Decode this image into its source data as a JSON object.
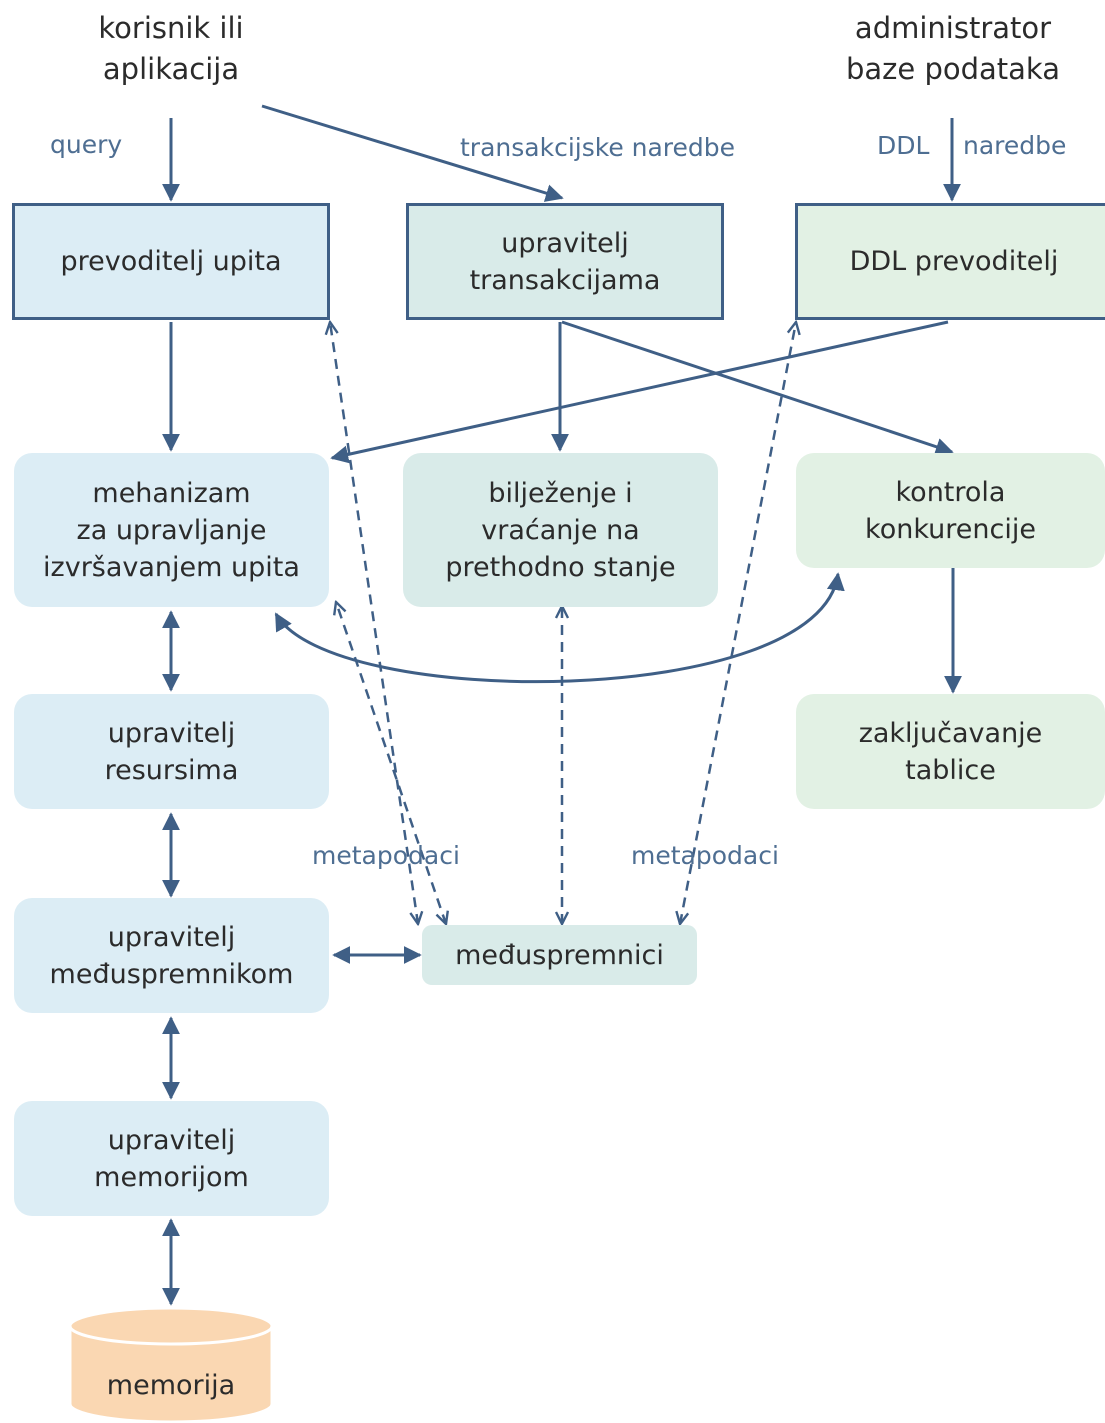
{
  "actors": {
    "user": "korisnik ili\naplikacija",
    "admin": "administrator\nbaze podataka"
  },
  "labels": {
    "query": "query",
    "transaction_commands": "transakcijske naredbe",
    "ddl": "DDL",
    "commands": "naredbe",
    "metadata_left": "metapodaci",
    "metadata_right": "metapodaci"
  },
  "boxes": {
    "query_compiler": "prevoditelj upita",
    "transaction_manager": "upravitelj\ntransakcijama",
    "ddl_compiler": "DDL prevoditelj",
    "execution_engine": "mehanizam\nza upravljanje\nizvršavanjem upita",
    "logging_recovery": "bilježenje i\nvraćanje na\nprethodno stanje",
    "concurrency_control": "kontrola\nkonkurencije",
    "resource_manager": "upravitelj\nresursima",
    "lock_table": "zaključavanje\ntablice",
    "buffer_manager": "upravitelj\nmeđuspremnikom",
    "buffers": "međuspremnici",
    "storage_manager": "upravitelj\nmemorijom",
    "storage": "memorija"
  },
  "colors": {
    "arrow": "#3f5f86",
    "label": "#4e6e92",
    "blue_box": "#dcedf5",
    "teal_box": "#d9ebe9",
    "green_box": "#e2f1e4",
    "storage_fill": "#fad7b2"
  }
}
